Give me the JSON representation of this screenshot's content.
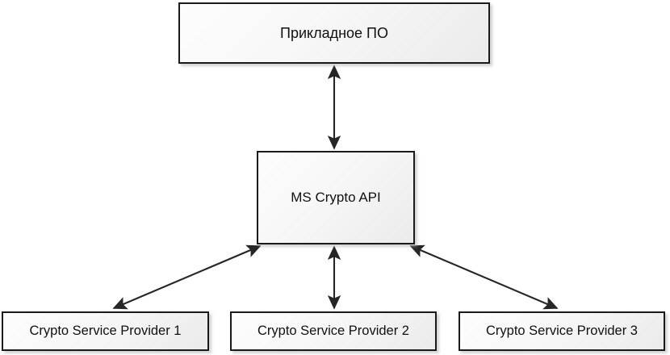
{
  "diagram": {
    "title_text": "Прикладное ПО",
    "nodes": {
      "application_software": "Прикладное ПО",
      "crypto_api": "MS Crypto API",
      "provider_1": "Crypto Service Provider 1",
      "provider_2": "Crypto Service Provider 2",
      "provider_3": "Crypto Service Provider 3"
    },
    "connections": [
      {
        "id": "app-to-api",
        "from": "Прикладное ПО",
        "to": "MS Crypto API",
        "style": "double-headed-arrow"
      },
      {
        "id": "api-to-csp1",
        "from": "MS Crypto API",
        "to": "Crypto Service Provider 1",
        "style": "double-headed-arrow"
      },
      {
        "id": "api-to-csp2",
        "from": "MS Crypto API",
        "to": "Crypto Service Provider 2",
        "style": "double-headed-arrow"
      },
      {
        "id": "api-to-csp3",
        "from": "MS Crypto API",
        "to": "Crypto Service Provider 3",
        "style": "double-headed-arrow"
      }
    ],
    "colors": {
      "background": "#ffffff",
      "box_border": "#1a1a1a",
      "box_fill_light": "#fdfdfd",
      "box_fill_dark": "#ebebeb",
      "arrow": "#262626",
      "text": "#111111",
      "shadow": "#aaaaaa"
    }
  }
}
